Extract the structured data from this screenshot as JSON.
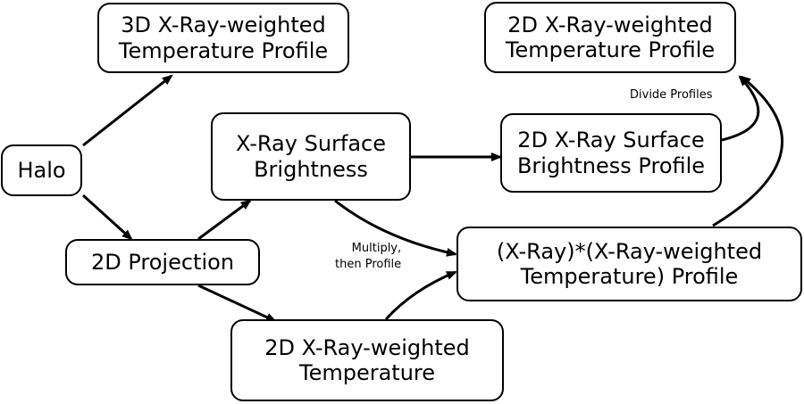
{
  "nodes": {
    "halo": {
      "lines": [
        "Halo"
      ]
    },
    "proj2d": {
      "lines": [
        "2D Projection"
      ]
    },
    "temp3d_profile": {
      "lines": [
        "3D X-Ray-weighted",
        "Temperature Profile"
      ]
    },
    "xray_sb": {
      "lines": [
        "X-Ray Surface",
        "Brightness"
      ]
    },
    "temp2d": {
      "lines": [
        "2D X-Ray-weighted",
        "Temperature"
      ]
    },
    "sb_profile2d": {
      "lines": [
        "2D X-Ray Surface",
        "Brightness Profile"
      ]
    },
    "product_profile": {
      "lines": [
        "(X-Ray)*(X-Ray-weighted",
        "Temperature) Profile"
      ]
    },
    "temp2d_profile": {
      "lines": [
        "2D X-Ray-weighted",
        "Temperature Profile"
      ]
    }
  },
  "edge_labels": {
    "divide": {
      "lines": [
        "Divide Profiles"
      ]
    },
    "multiply": {
      "lines": [
        "Multiply,",
        "then Profile"
      ]
    }
  }
}
